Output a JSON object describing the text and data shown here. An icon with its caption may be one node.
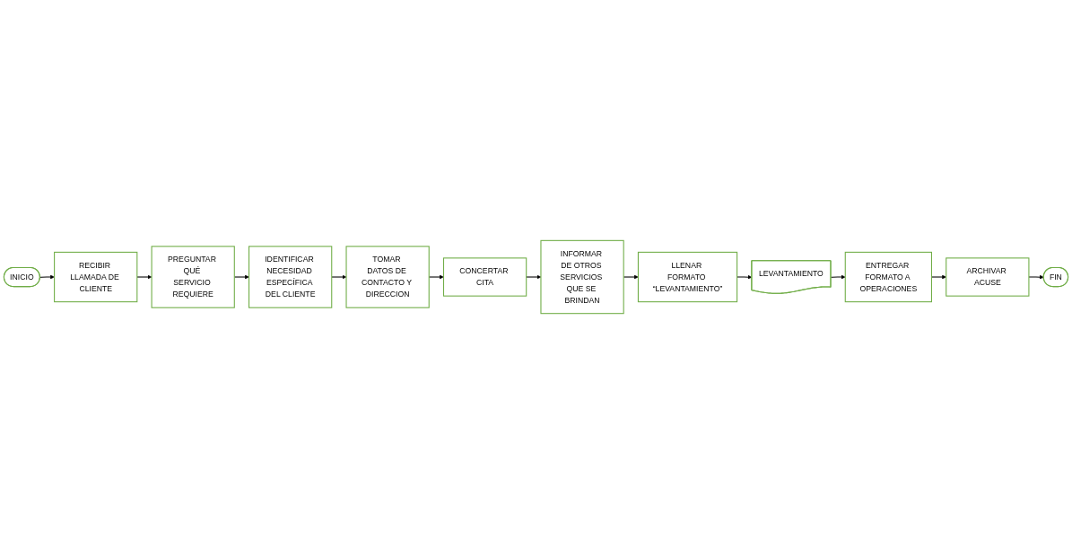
{
  "diagram": {
    "nodes": [
      {
        "text": [
          "INICIO"
        ]
      },
      {
        "text": [
          "RECIBIR LLAMADA DE CLIENTE"
        ]
      },
      {
        "text": [
          "PREGUNTAR QUÉ SERVICIO REQUIERE"
        ]
      },
      {
        "text": [
          "IDENTIFICAR NECESIDAD ESPECÍFICA DEL CLIENTE"
        ]
      },
      {
        "text": [
          "TOMAR DATOS DE CONTACTO Y DIRECCION"
        ]
      },
      {
        "text": [
          "CONCERTAR CITA"
        ]
      },
      {
        "text": [
          "INFORMAR DE OTROS SERVICIOS QUE SE BRINDAN"
        ]
      },
      {
        "text": [
          "LLENAR FORMATO “LEVANTAMIENTO”"
        ]
      },
      {
        "text": [
          "LEVANTAMIENTO"
        ]
      },
      {
        "text": [
          "ENTREGAR FORMATO A OPERACIONES"
        ]
      },
      {
        "text": [
          "ARCHIVAR ACUSE"
        ]
      },
      {
        "text": [
          "FIN"
        ]
      }
    ],
    "edges": [
      {
        "from": 0,
        "to": 1,
        "arrow": "to"
      },
      {
        "from": 1,
        "to": 2,
        "arrow": "to"
      },
      {
        "from": 2,
        "to": 3,
        "arrow": "to"
      },
      {
        "from": 3,
        "to": 4,
        "arrow": "to"
      },
      {
        "from": 4,
        "to": 5,
        "arrow": "to"
      },
      {
        "from": 5,
        "to": 6,
        "arrow": "to"
      },
      {
        "from": 6,
        "to": 7,
        "arrow": "to"
      },
      {
        "from": 7,
        "to": 8,
        "arrow": "to"
      },
      {
        "from": 8,
        "to": 9,
        "arrow": "to"
      },
      {
        "from": 9,
        "to": 10,
        "arrow": "to"
      },
      {
        "from": 10,
        "to": 11,
        "arrow": "to"
      }
    ]
  }
}
